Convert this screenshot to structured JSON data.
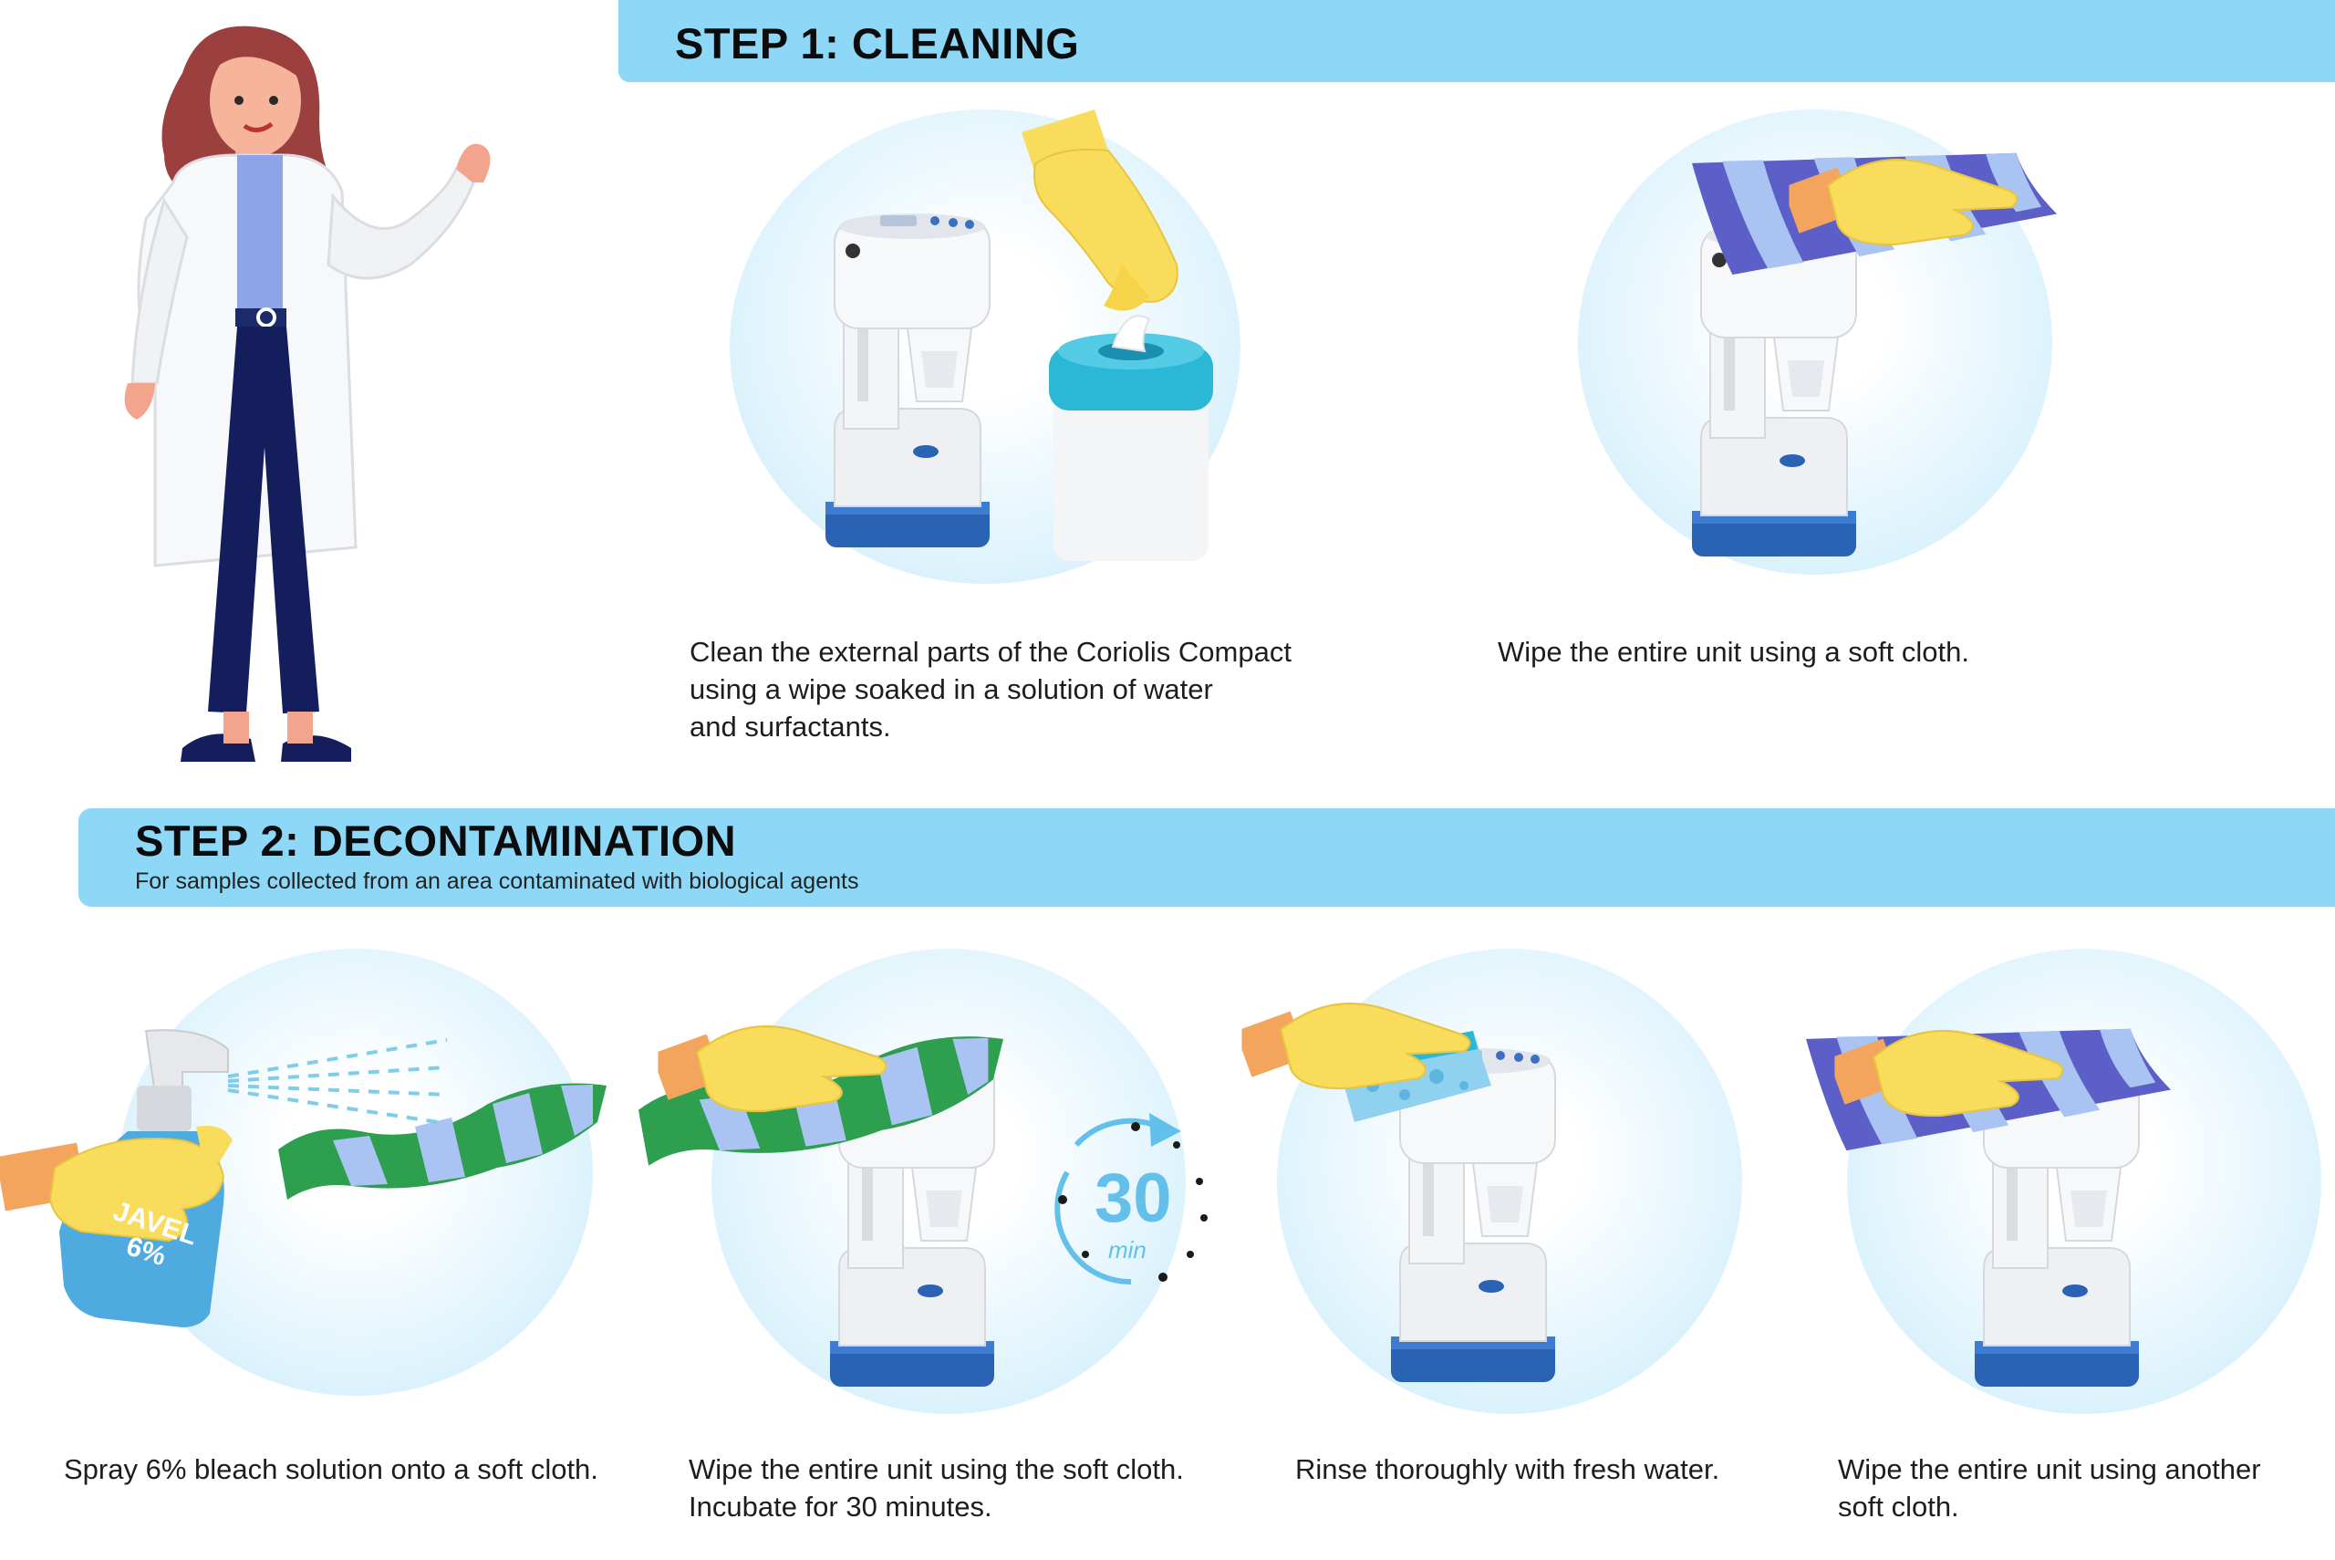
{
  "step1": {
    "title": "STEP 1: CLEANING",
    "captions": [
      "Clean the external parts of the Coriolis Compact\nusing a wipe soaked in a solution of water\nand surfactants.",
      "Wipe the entire unit using a soft cloth."
    ]
  },
  "step2": {
    "title": "STEP 2: DECONTAMINATION",
    "subtitle": "For samples collected from an area contaminated with biological agents",
    "captions": [
      "Spray 6% bleach solution onto a soft cloth.",
      "Wipe the entire unit using the soft cloth.\nIncubate for 30 minutes.",
      "Rinse thoroughly with fresh water.",
      "Wipe the entire unit using another\nsoft cloth."
    ]
  },
  "bottle_label": "JAVEL\n6%",
  "timer": {
    "value": "30",
    "unit": "min"
  },
  "colors": {
    "banner": "#8dd8f6",
    "device_white": "#f2f3f5",
    "device_blue": "#2a63b3",
    "glove": "#f9dc5c",
    "cloth_blue": "#5b5fc7",
    "cloth_green": "#2e9e4f",
    "wipe_lid": "#2bb8d6"
  },
  "icons": [
    "scientist-illustration",
    "coriolis-device-icon",
    "glove-icon",
    "wipe-canister-icon",
    "cloth-icon",
    "spray-bottle-icon",
    "sponge-icon",
    "timer-icon"
  ]
}
